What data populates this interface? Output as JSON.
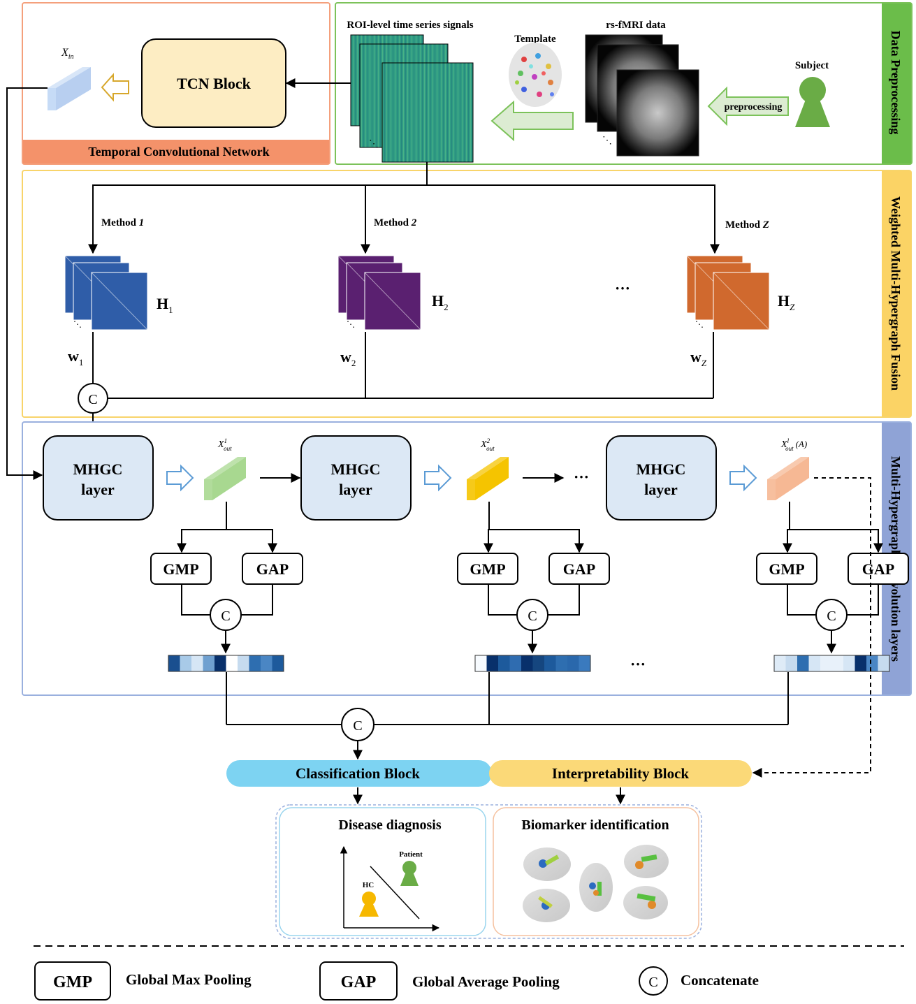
{
  "sections": {
    "tcn_title": "Temporal Convolutional Network",
    "data_prep_title": "Data Preprocessing",
    "fusion_title": "Weighted Multi-Hypergraph Fusion",
    "conv_title": "Multi-Hypergraph Convolution layers"
  },
  "tcn": {
    "block_label": "TCN Block",
    "x_in": "X",
    "x_in_sub": "in"
  },
  "preprocessing": {
    "roi_label": "ROI-level time series signals",
    "template_label": "Template",
    "rsfmri_label": "rs-fMRI data",
    "subject_label": "Subject",
    "preprocessing_label": "preprocessing",
    "ellipsis": "⋱"
  },
  "fusion": {
    "methods": [
      {
        "prefix": "Method ",
        "index": "1",
        "h": "H",
        "h_sub": "1",
        "w": "w",
        "w_sub": "1",
        "color": "#2f5da8"
      },
      {
        "prefix": "Method ",
        "index": "2",
        "h": "H",
        "h_sub": "2",
        "w": "w",
        "w_sub": "2",
        "color": "#5a2070"
      },
      {
        "prefix": "Method ",
        "index": "Z",
        "h": "H",
        "h_sub": "Z",
        "w": "w",
        "w_sub": "Z",
        "color": "#d0692e"
      }
    ],
    "dots": "···",
    "concat": "C"
  },
  "conv": {
    "layer_label_1": "MHGC",
    "layer_label_2": "layer",
    "gmp": "GMP",
    "gap": "GAP",
    "concat": "C",
    "dots": "···",
    "x_out": "X",
    "x_out_sub": "out",
    "x_out_sups": [
      "1",
      "2",
      "l"
    ],
    "x_out_suffix": "(A)",
    "colors": {
      "out1": "#a8d890",
      "out2": "#f5c400",
      "out3": "#f6b894"
    }
  },
  "blocks": {
    "classification": "Classification Block",
    "interpretability": "Interpretability  Block",
    "concat": "C"
  },
  "outputs": {
    "disease": "Disease diagnosis",
    "biomarker": "Biomarker identification",
    "patient": "Patient",
    "hc": "HC"
  },
  "legend": {
    "gmp": "GMP",
    "gmp_desc": "Global Max Pooling",
    "gap": "GAP",
    "gap_desc": "Global Average Pooling",
    "c": "C",
    "c_desc": "Concatenate"
  }
}
